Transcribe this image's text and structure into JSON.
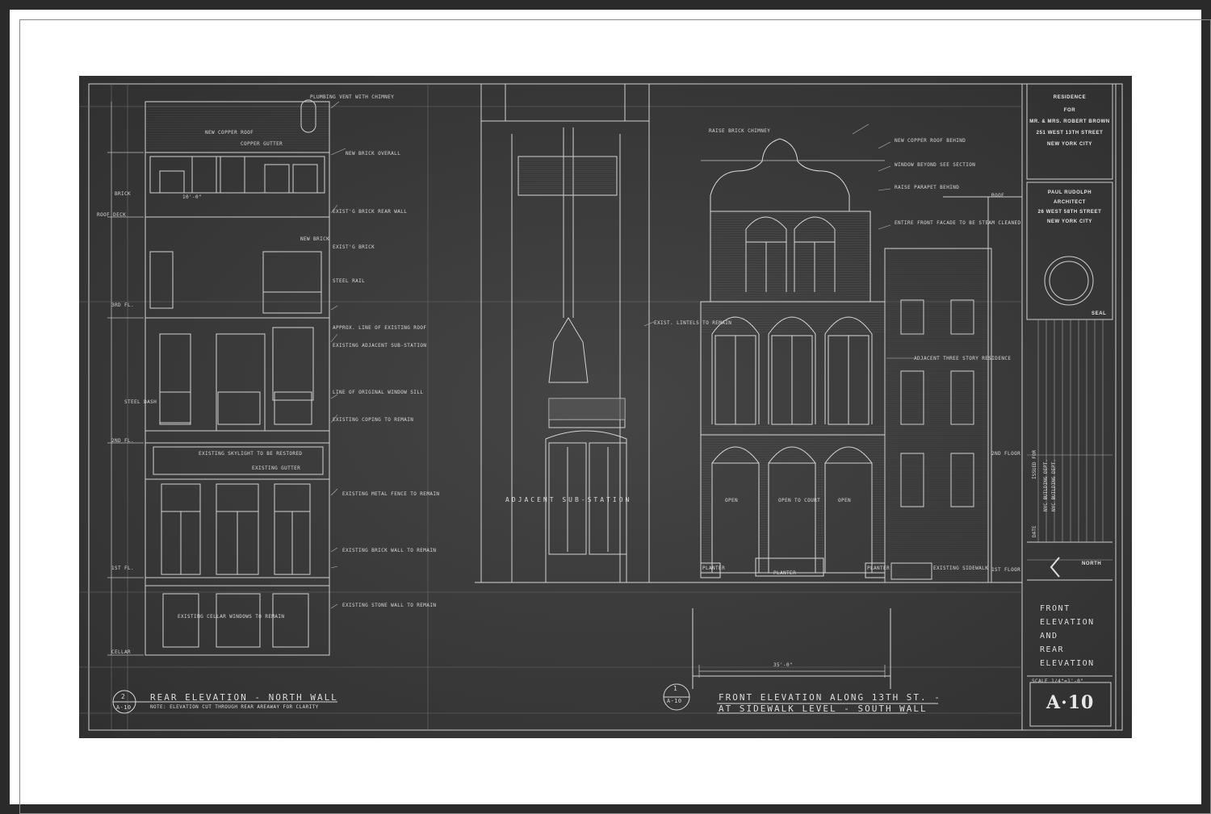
{
  "title_block": {
    "client_l1": "RESIDENCE",
    "client_l2": "FOR",
    "client_l3": "MR. & MRS. ROBERT BROWN",
    "client_l4": "251 WEST 13TH STREET",
    "client_l5": "NEW YORK CITY",
    "architect_l1": "PAUL RUDOLPH",
    "architect_l2": "ARCHITECT",
    "architect_l3": "26 WEST 58TH STREET",
    "architect_l4": "NEW YORK CITY",
    "seal_label": "SEAL",
    "issued_for": "ISSUED FOR",
    "date_label": "DATE",
    "issue1": "NYC BUILDING DEPT.",
    "issue2": "NYC BUILDING DEPT.",
    "north_label": "NORTH",
    "drawing_title_l1": "FRONT",
    "drawing_title_l2": "ELEVATION",
    "drawing_title_l3": "AND",
    "drawing_title_l4": "REAR",
    "drawing_title_l5": "ELEVATION",
    "scale": "SCALE 1/4\"=1'-0\"",
    "sheet_number": "A·10"
  },
  "rear_elevation": {
    "marker_num": "2",
    "marker_sheet": "A-10",
    "title": "REAR ELEVATION - NORTH WALL",
    "note": "NOTE: ELEVATION CUT THROUGH REAR AREAWAY FOR CLARITY",
    "notes": [
      "PLUMBING VENT WITH CHIMNEY",
      "NEW COPPER ROOF",
      "COPPER GUTTER",
      "NEW BRICK OVERALL",
      "EXIST'G BRICK REAR WALL",
      "NEW BRICK",
      "EXIST'G BRICK",
      "STEEL RAIL",
      "APPROX. LINE OF EXISTING ROOF",
      "EXISTING ADJACENT SUB-STATION",
      "LINE OF ORIGINAL WINDOW SILL",
      "EXISTING COPING TO REMAIN",
      "EXISTING SKYLIGHT TO BE RESTORED",
      "EXISTING GUTTER",
      "EXISTING METAL FENCE TO REMAIN",
      "EXISTING BRICK WALL TO REMAIN",
      "EXISTING STONE WALL TO REMAIN",
      "EXISTING CELLAR WINDOWS TO REMAIN",
      "BRICK",
      "ROOF DECK",
      "STEEL DASH",
      "CELLAR",
      "1ST FL.",
      "2ND FL.",
      "3RD FL.",
      "10'-0\""
    ]
  },
  "front_elevation": {
    "marker_num": "1",
    "marker_sheet": "A-10",
    "title_l1": "FRONT ELEVATION ALONG 13TH ST. -",
    "title_l2": "AT SIDEWALK LEVEL - SOUTH WALL",
    "substation_label": "ADJACENT SUB-STATION",
    "residence_label": "ADJACENT THREE STORY RESIDENCE",
    "notes": [
      "RAISE BRICK CHIMNEY",
      "NEW COPPER ROOF BEHIND",
      "WINDOW BEYOND SEE SECTION",
      "RAISE PARAPET BEHIND",
      "ENTIRE FRONT FACADE TO BE STEAM CLEANED",
      "EXIST. LINTELS TO REMAIN",
      "OPEN",
      "OPEN TO COURT",
      "OPEN",
      "PLANTER",
      "PLANTER",
      "PLANTER",
      "EXISTING SIDEWALK",
      "1ST FLOOR",
      "2ND FLOOR",
      "ROOF",
      "35'-0\""
    ]
  }
}
